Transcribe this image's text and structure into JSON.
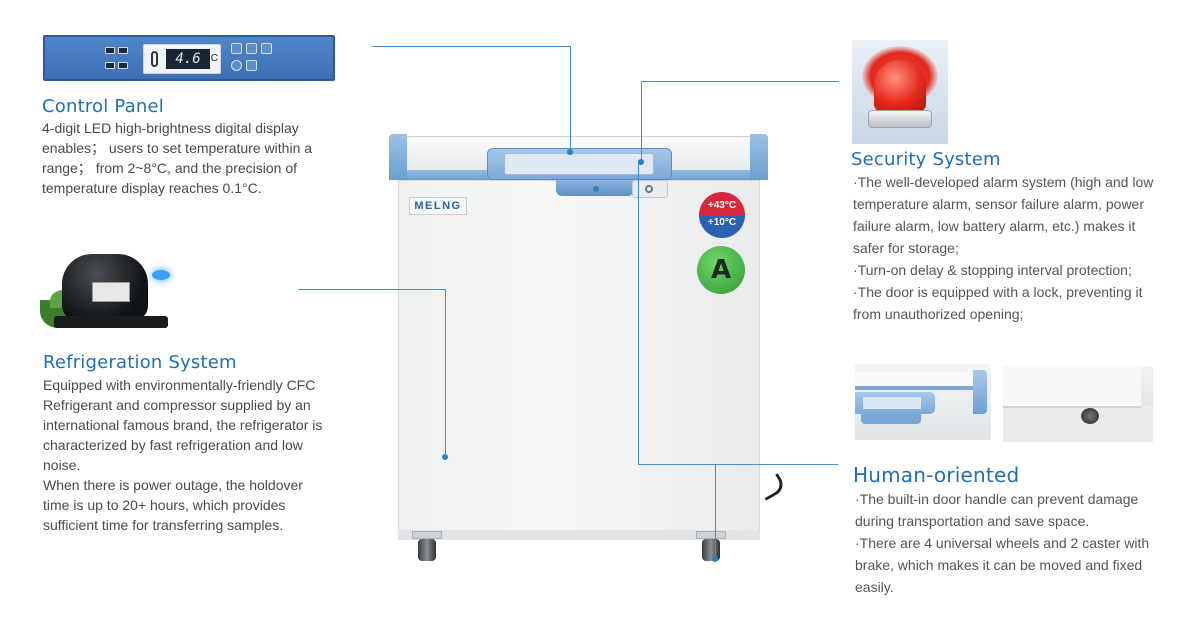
{
  "control_panel": {
    "title": "Control Panel",
    "description": "4-digit LED high-brightness digital display enables； users to set temperature within a range； from 2~8°C, and the precision of temperature display reaches 0.1°C.",
    "display_value": "4.6",
    "display_unit": "°C"
  },
  "refrigeration": {
    "title": "Refrigeration System",
    "paragraphs": [
      "Equipped with environmentally-friendly CFC Refrigerant and compressor supplied by an international famous brand, the refrigerator is characterized by fast refrigeration and low noise.",
      "When there is power outage, the holdover time is up to 20+ hours, which provides sufficient time for transferring samples."
    ]
  },
  "security": {
    "title": "Security System",
    "bullets": [
      "·The well-developed alarm system (high and low temperature alarm, sensor failure alarm, power failure alarm, low battery alarm, etc.) makes it safer for storage;",
      "·Turn-on delay & stopping interval protection;",
      "·The door is equipped with a lock, preventing it from unauthorized opening;"
    ]
  },
  "human": {
    "title": "Human-oriented",
    "bullets": [
      "·The built-in door handle can prevent damage during transportation and save space.",
      "·There are 4 universal wheels and 2 caster with brake, which makes it can be moved and fixed easily."
    ]
  },
  "freezer": {
    "brand": "MELNG",
    "temp_high": "+43°C",
    "temp_low": "+10°C",
    "grade": "A"
  },
  "colors": {
    "accent": "#1f6fb5",
    "line": "#3f8fd0",
    "alarm_red": "#e52a1c",
    "grade_green": "#2f9a33"
  },
  "icons": {
    "thermometer": "thermometer-icon",
    "alarm": "alarm-light-icon",
    "compressor": "compressor-icon"
  }
}
